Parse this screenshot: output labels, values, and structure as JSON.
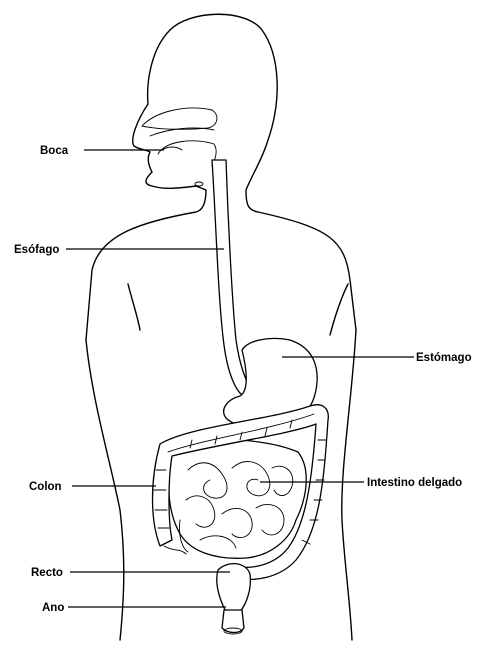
{
  "labels": {
    "mouth": "Boca",
    "esophagus": "Esófago",
    "stomach": "Estómago",
    "colon": "Colon",
    "small_intestine": "Intestino delgado",
    "rectum": "Recto",
    "anus": "Ano"
  }
}
